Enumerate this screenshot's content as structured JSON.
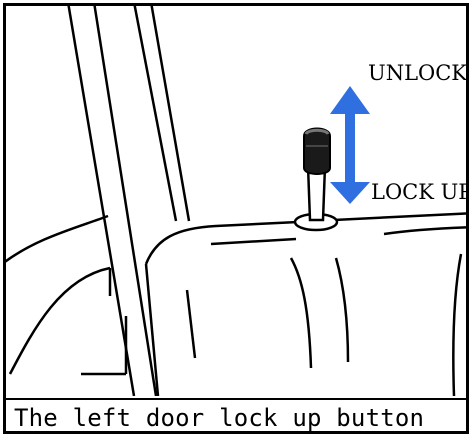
{
  "figure": {
    "labels": {
      "unlock": "UNLOCK",
      "lock": "LOCK UP"
    },
    "caption": "The left door lock up button",
    "arrow_color": "#2f6fe0"
  }
}
